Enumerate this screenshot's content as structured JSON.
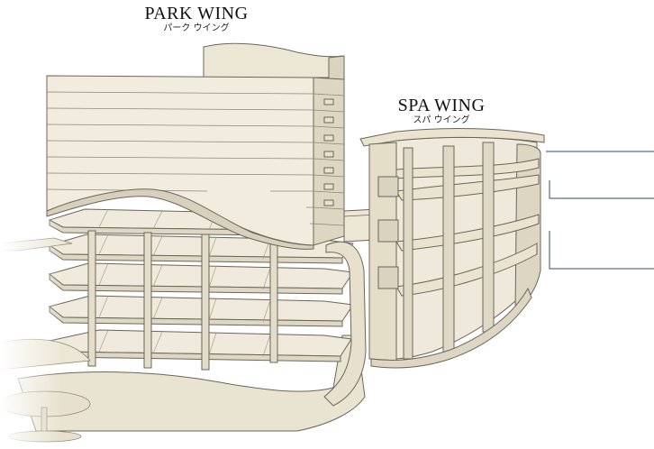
{
  "park_wing": {
    "name": "PARK WING",
    "name_ja": "パーク ウイング"
  },
  "spa_wing": {
    "name": "SPA WING",
    "name_ja": "スパ ウイング"
  },
  "colors": {
    "building_fill": "#efeadb",
    "building_shadow": "#ddd7c4",
    "edge": "#6b6659",
    "leader": "#2d4f63"
  },
  "callouts": [
    {},
    {},
    {}
  ]
}
